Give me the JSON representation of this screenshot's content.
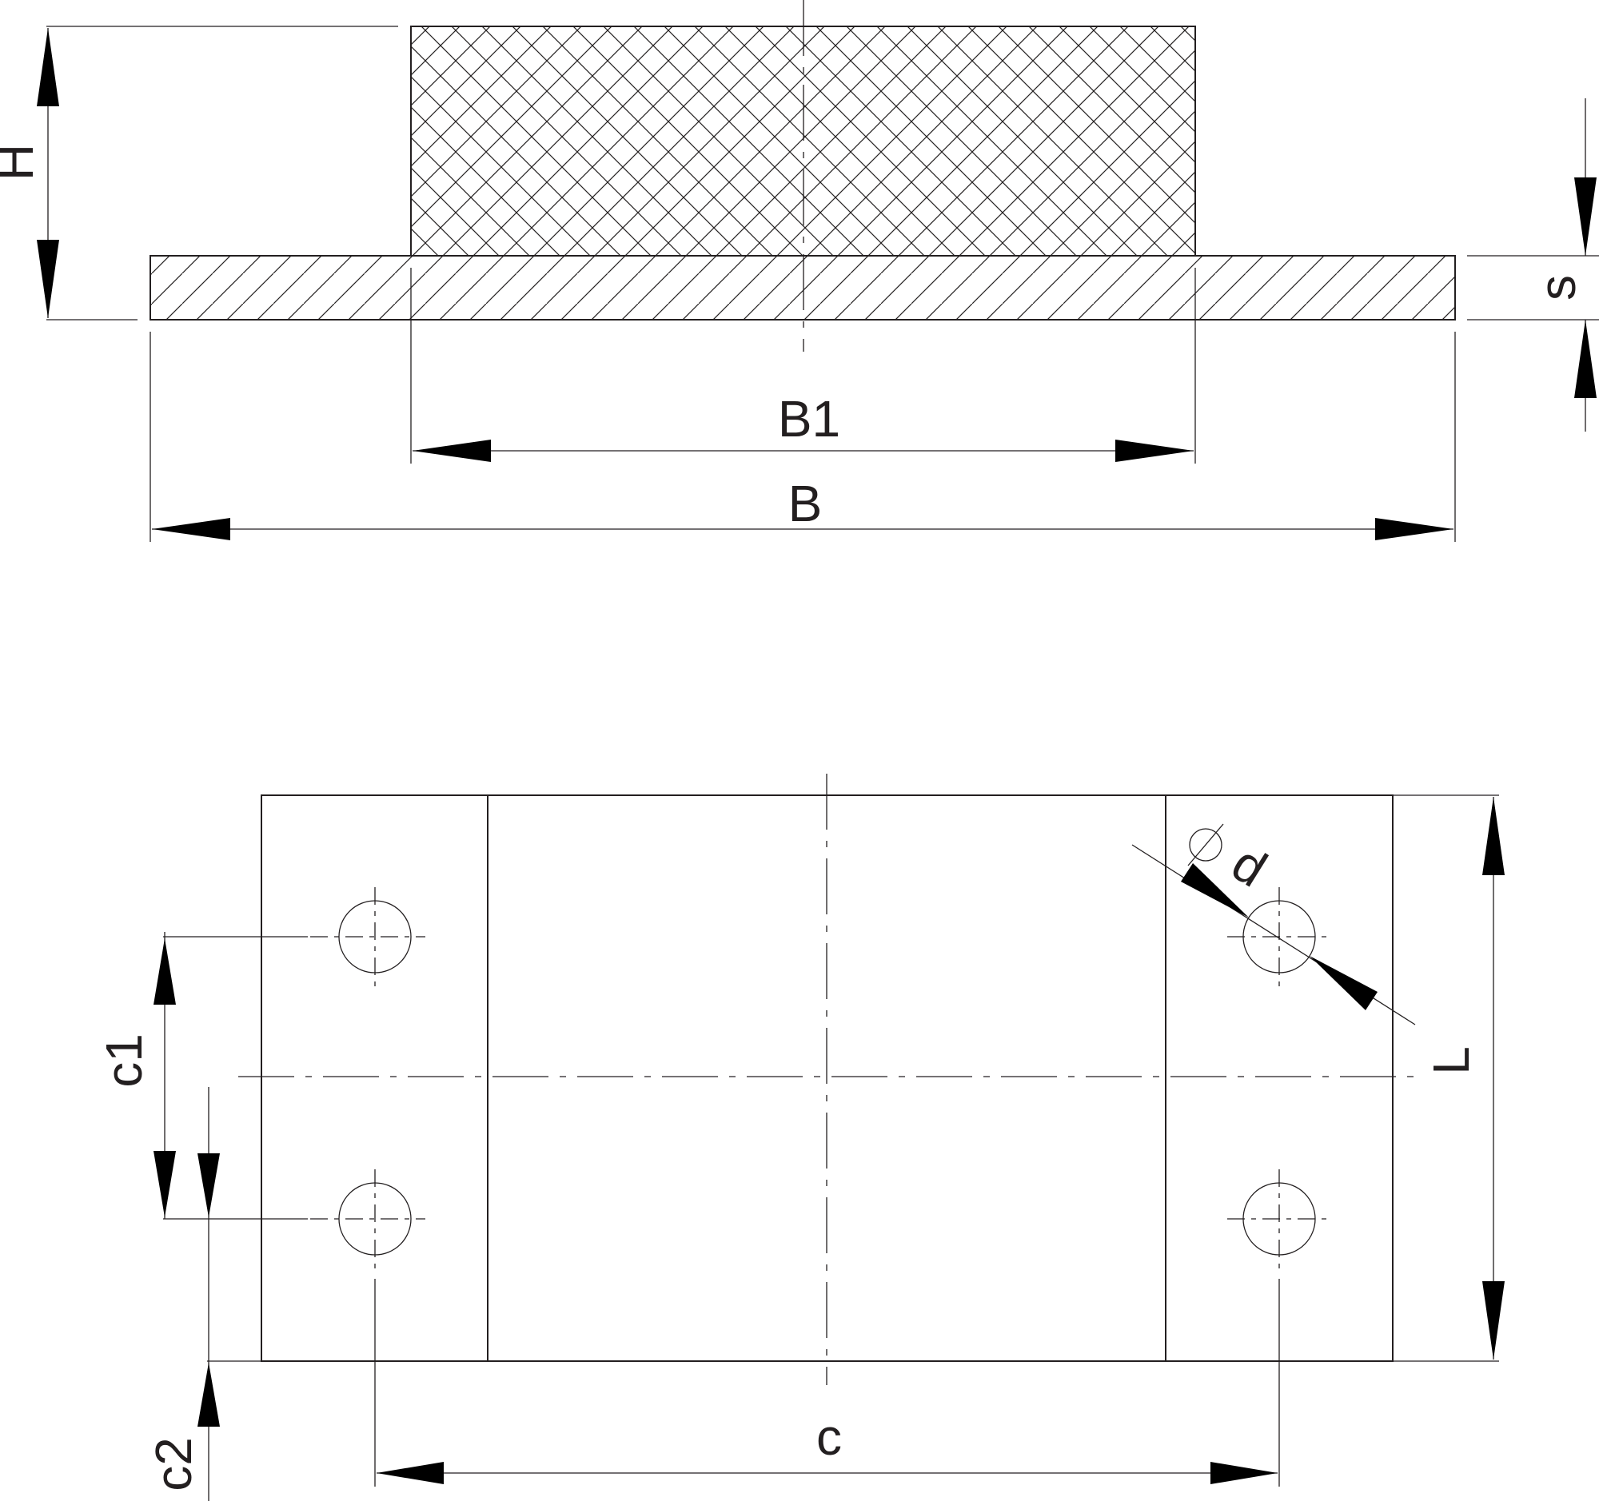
{
  "colors": {
    "line": "#231f20",
    "background": "#ffffff"
  },
  "labels": {
    "H": "H",
    "s": "s",
    "B1": "B1",
    "B": "B",
    "d": "d",
    "L": "L",
    "c1": "c1",
    "c2": "c2",
    "c": "c"
  },
  "icons": {
    "diameter": "diameter-symbol"
  }
}
